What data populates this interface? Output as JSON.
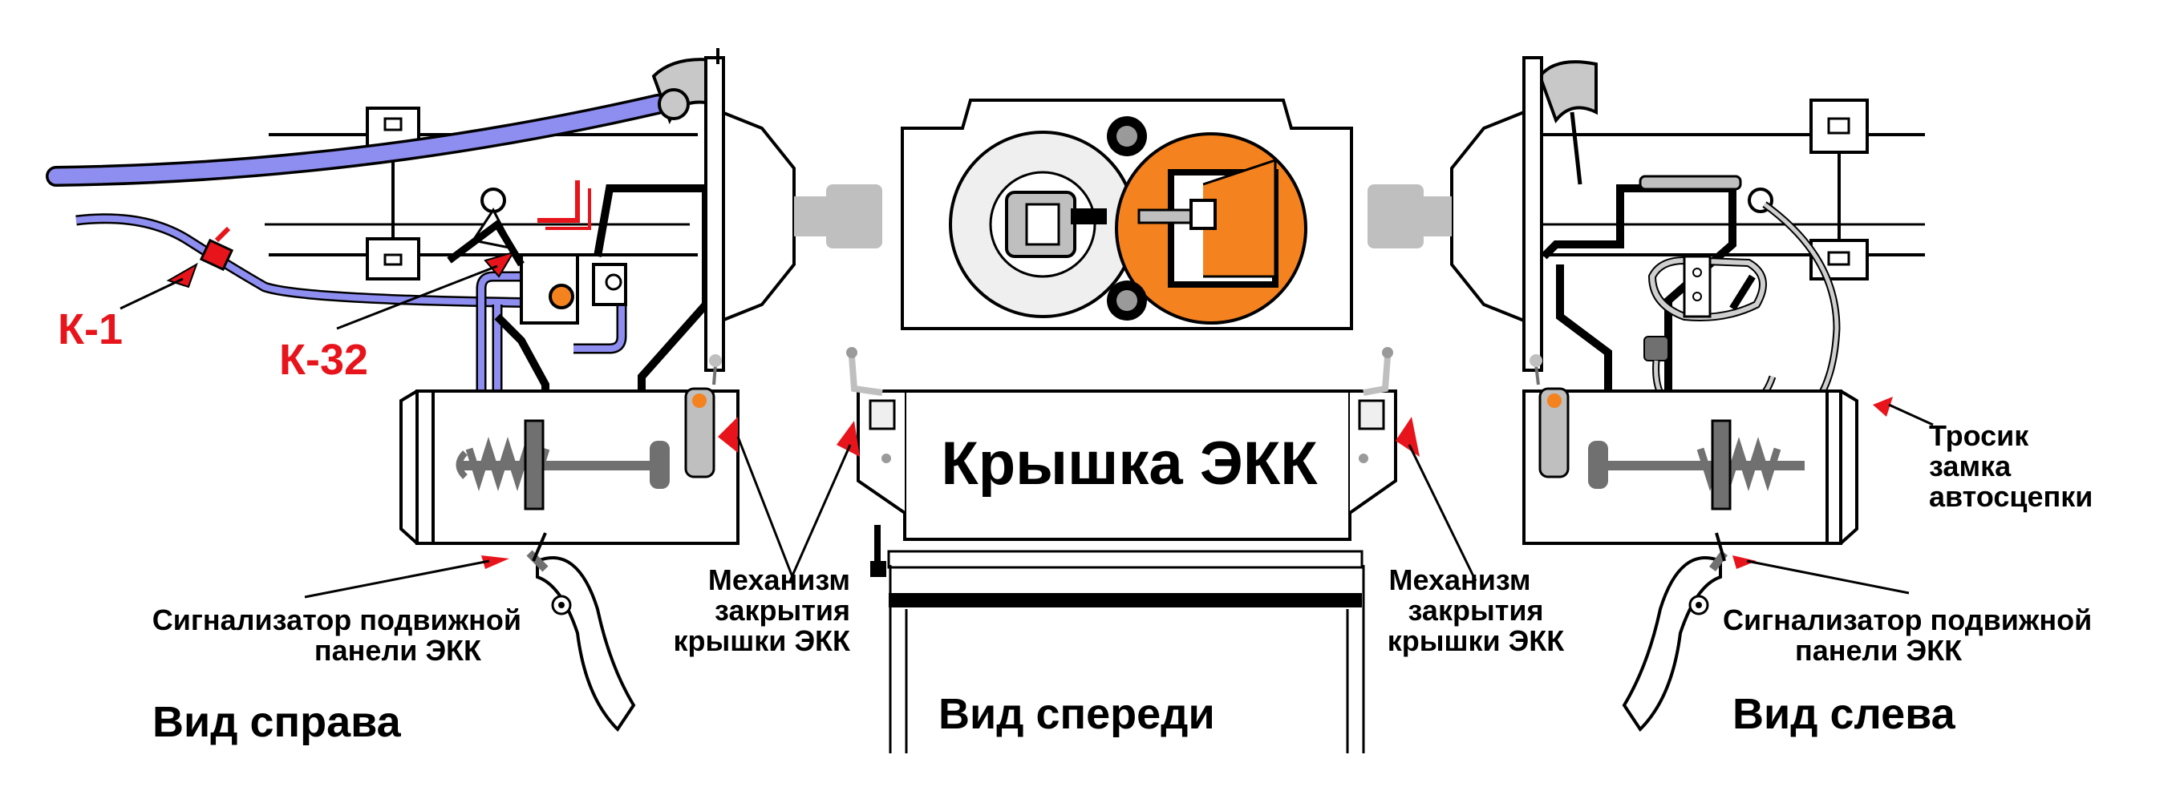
{
  "labels": {
    "k1": "К-1",
    "k32": "К-32",
    "cover": "Крышка ЭКК",
    "signal_right": [
      "Сигнализатор подвижной",
      "панели ЭКК"
    ],
    "signal_left": [
      "Сигнализатор подвижной",
      "панели ЭКК"
    ],
    "mechanism_right": [
      "Механизм",
      "закрытия",
      "крышки ЭКК"
    ],
    "mechanism_left": [
      "Механизм",
      "закрытия",
      "крышки ЭКК"
    ],
    "cable": [
      "Тросик",
      "замка",
      "автосцепки"
    ],
    "view_right": "Вид справа",
    "view_front": "Вид спереди",
    "view_left": "Вид слева"
  },
  "colors": {
    "hose": "#8e8ef0",
    "accent_red": "#e8141b",
    "orange": "#f4821e",
    "gray": "#bfbfbf",
    "dark_gray": "#707070"
  }
}
